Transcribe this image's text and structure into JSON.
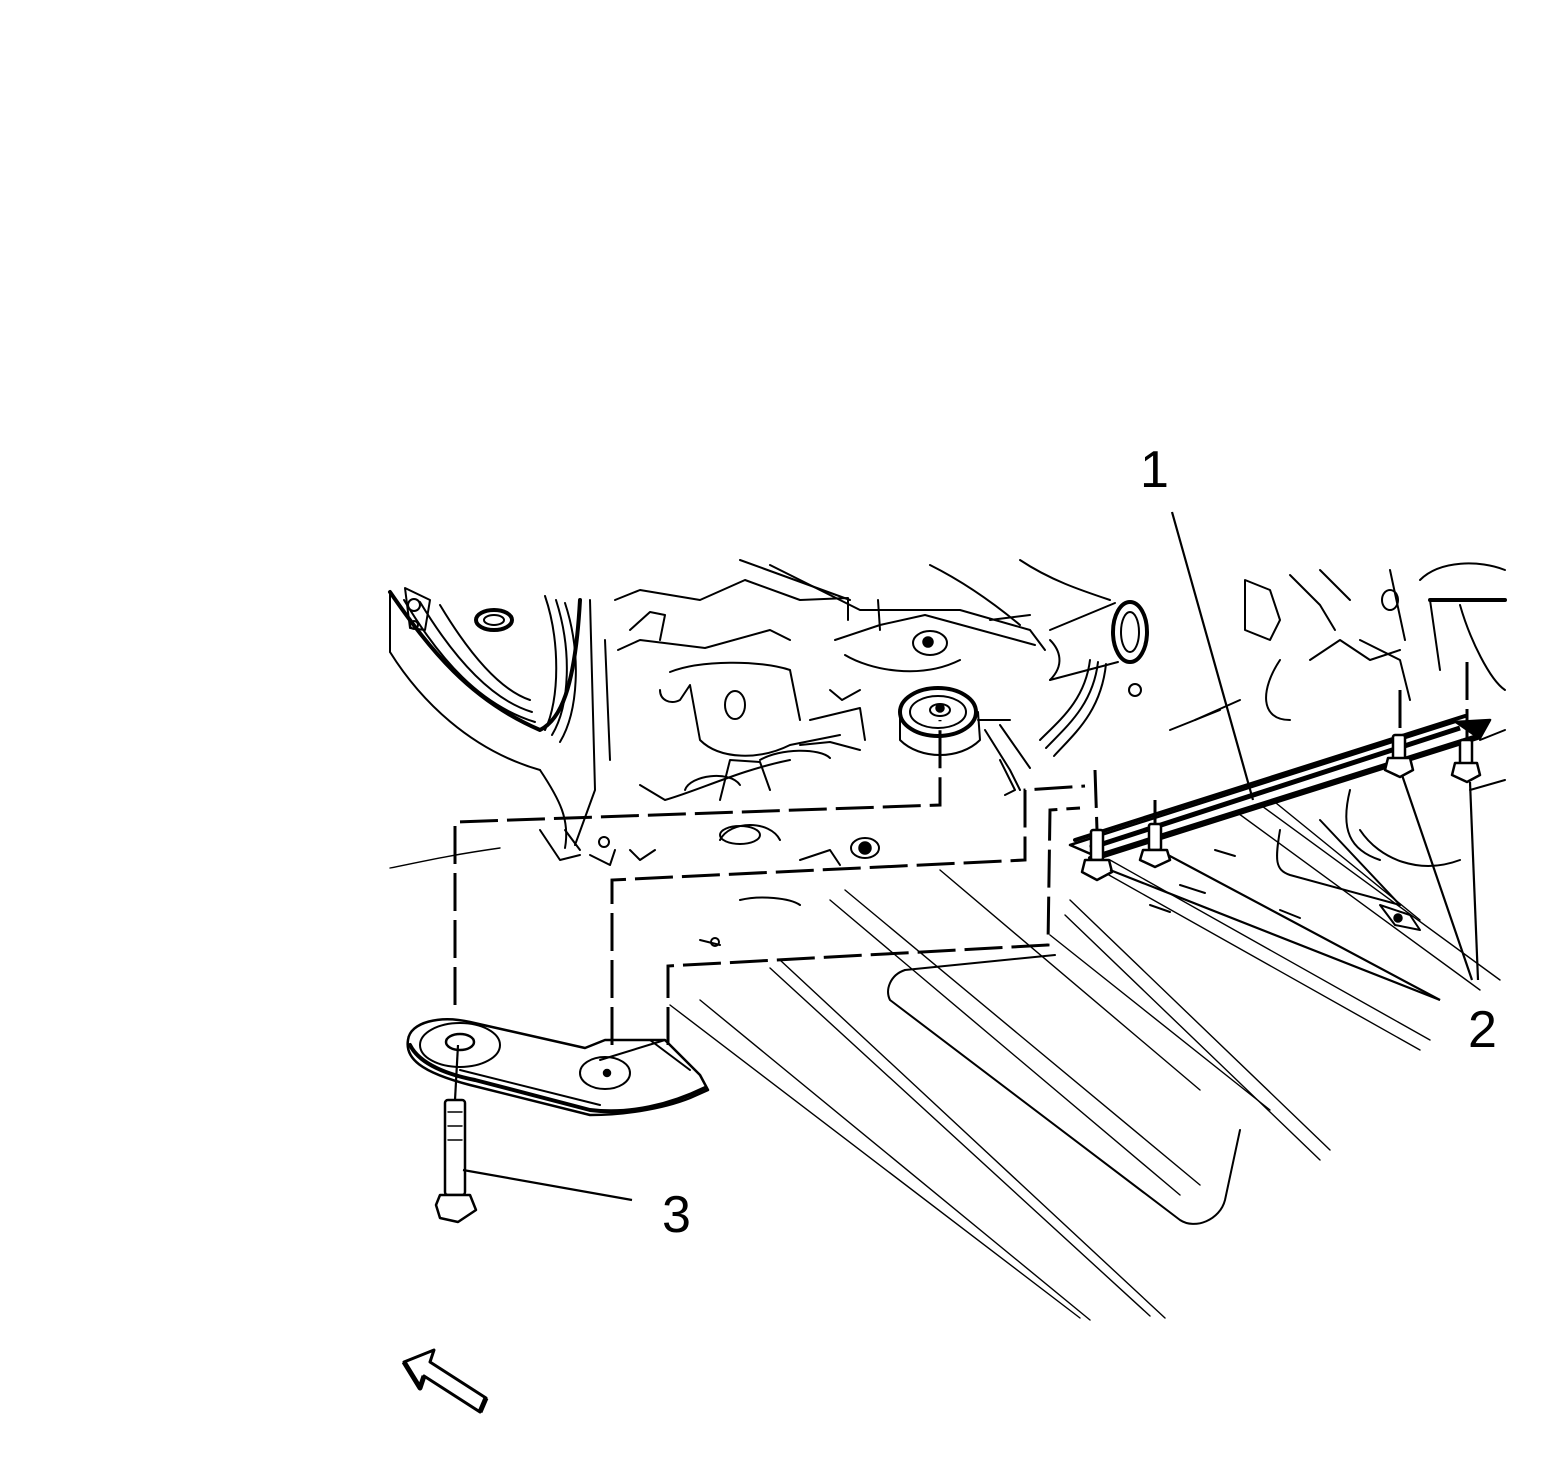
{
  "diagram": {
    "callouts": [
      {
        "id": "1",
        "text": "1"
      },
      {
        "id": "2",
        "text": "2"
      },
      {
        "id": "3",
        "text": "3"
      }
    ],
    "icons": {
      "direction_arrow": "front-direction-arrow-icon"
    }
  }
}
